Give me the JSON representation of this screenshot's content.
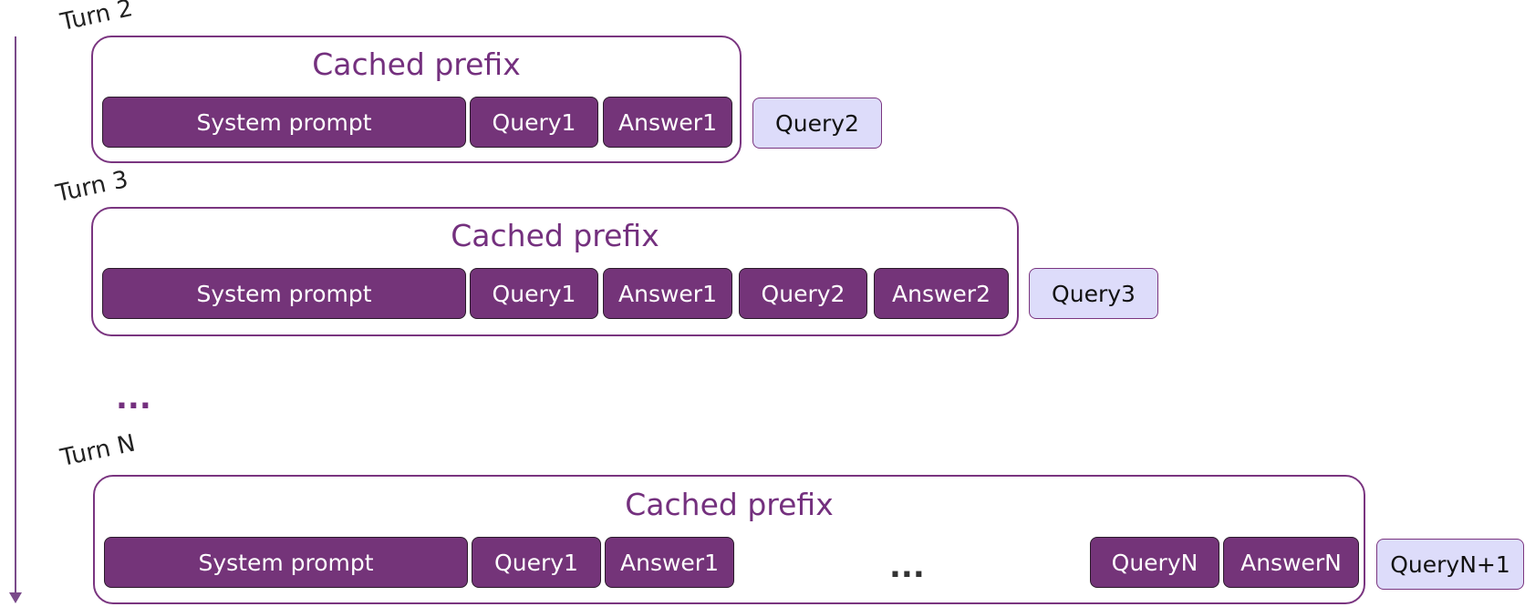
{
  "turns": [
    {
      "label": "Turn 2",
      "prefix_title": "Cached prefix",
      "segments": [
        "System prompt",
        "Query1",
        "Answer1"
      ],
      "query": "Query2"
    },
    {
      "label": "Turn 3",
      "prefix_title": "Cached prefix",
      "segments": [
        "System prompt",
        "Query1",
        "Answer1",
        "Query2",
        "Answer2"
      ],
      "query": "Query3"
    },
    {
      "label": "Turn N",
      "prefix_title": "Cached prefix",
      "segments": [
        "System prompt",
        "Query1",
        "Answer1",
        "QueryN",
        "AnswerN"
      ],
      "inner_ellipsis": "...",
      "query": "QueryN+1"
    }
  ],
  "between_ellipsis": "...",
  "colors": {
    "segment_fill": "#743479",
    "query_fill": "#dddcfa",
    "accent": "#74307e"
  }
}
